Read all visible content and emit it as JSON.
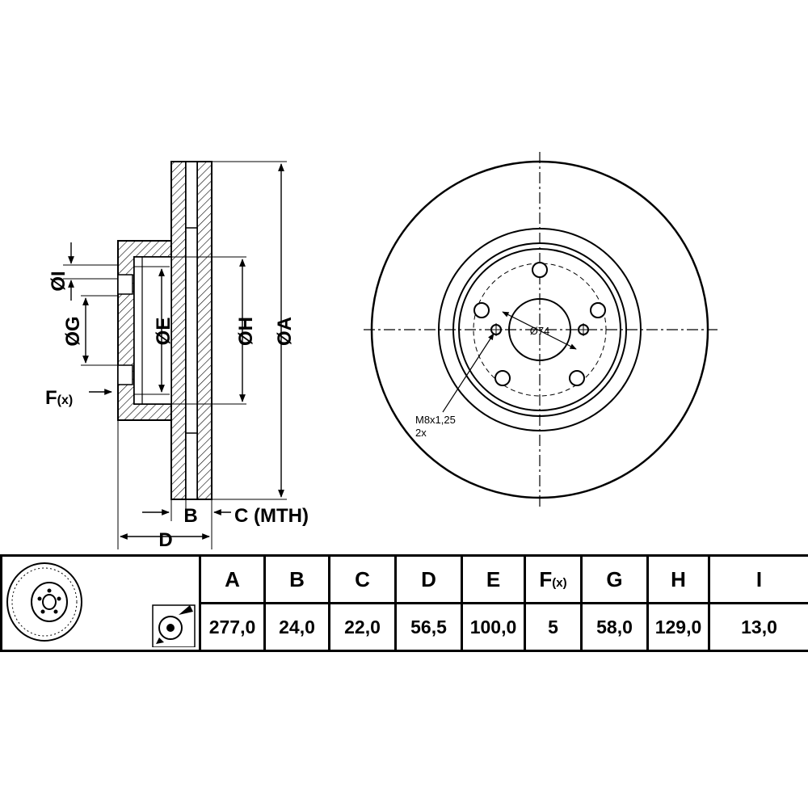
{
  "drawing": {
    "side_view_labels": {
      "dia_i": "ØI",
      "dia_g": "ØG",
      "dia_e": "ØE",
      "dia_h": "ØH",
      "dia_a": "ØA",
      "f_main": "F",
      "f_sub": "(x)",
      "b": "B",
      "c": "C (MTH)",
      "d": "D"
    },
    "front_view_labels": {
      "center_hole": "Ø74",
      "thread": "M8x1,25",
      "thread_count": "2x"
    }
  },
  "spec_table": {
    "columns": [
      {
        "key": "A",
        "label": "A",
        "sub": "",
        "value": "277,0"
      },
      {
        "key": "B",
        "label": "B",
        "sub": "",
        "value": "24,0"
      },
      {
        "key": "C",
        "label": "C",
        "sub": "",
        "value": "22,0"
      },
      {
        "key": "D",
        "label": "D",
        "sub": "",
        "value": "56,5"
      },
      {
        "key": "E",
        "label": "E",
        "sub": "",
        "value": "100,0"
      },
      {
        "key": "F",
        "label": "F",
        "sub": "(x)",
        "value": "5"
      },
      {
        "key": "G",
        "label": "G",
        "sub": "",
        "value": "58,0"
      },
      {
        "key": "H",
        "label": "H",
        "sub": "",
        "value": "129,0"
      },
      {
        "key": "I",
        "label": "I",
        "sub": "",
        "value": "13,0"
      }
    ]
  }
}
